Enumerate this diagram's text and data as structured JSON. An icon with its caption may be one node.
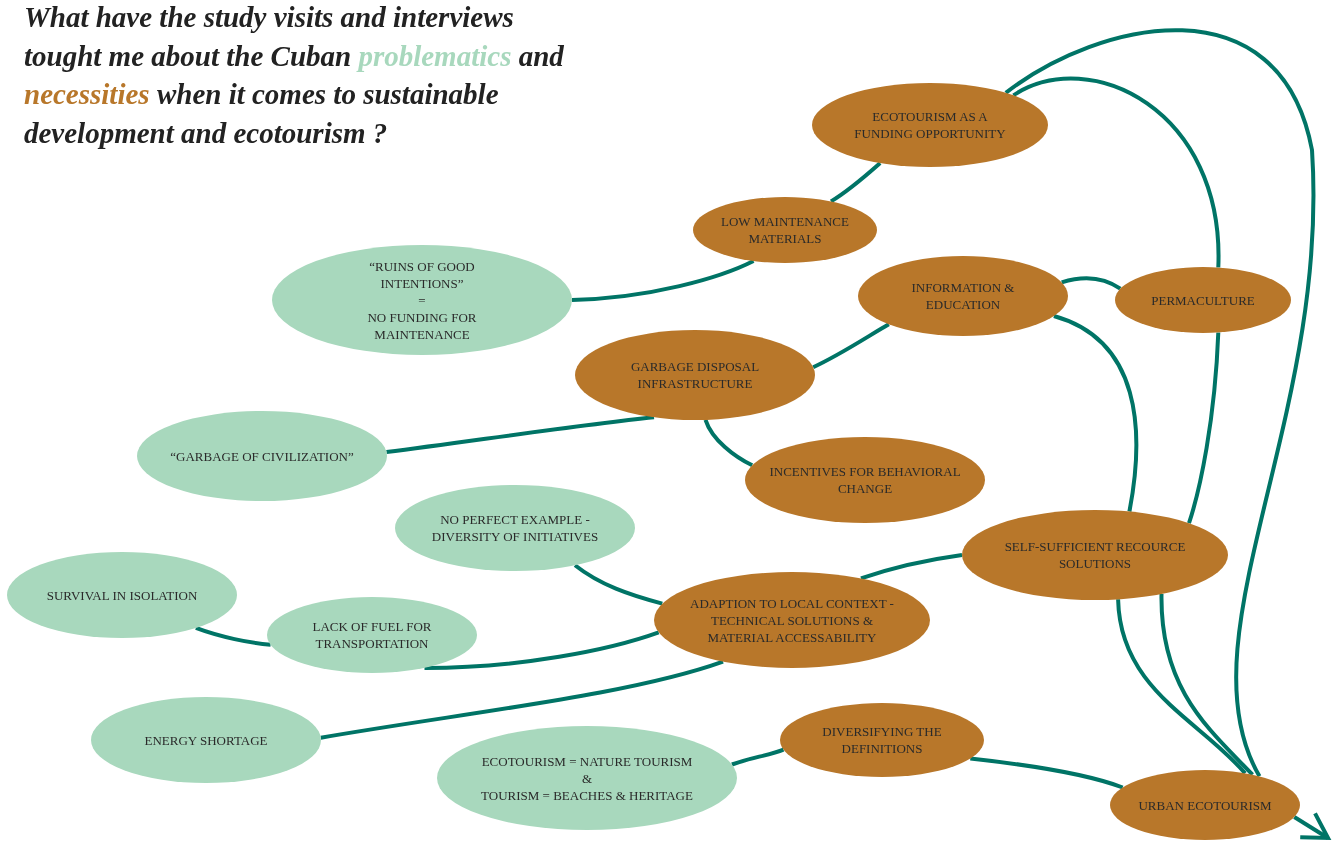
{
  "diagram": {
    "title": "What have the study visits and interviews tought me about the Cuban **problematics** and *necessities* when it comes to sustainable development and ecotourism ?",
    "nodes": [
      {
        "text": [
          "ECOTOURISM AS A FUNDING OPPORTUNITY"
        ]
      },
      {
        "text": [
          "LOW MAINTENANCE MATERIALS"
        ]
      },
      {
        "text": [
          "“RUINS OF GOOD INTENTIONS”",
          "=",
          "NO FUNDING FOR MAINTENANCE"
        ]
      },
      {
        "text": [
          "INFORMATION & EDUCATION"
        ]
      },
      {
        "text": [
          "PERMACULTURE"
        ]
      },
      {
        "text": [
          "GARBAGE DISPOSAL INFRASTRUCTURE"
        ]
      },
      {
        "text": [
          "“GARBAGE OF CIVILIZATION”"
        ]
      },
      {
        "text": [
          "INCENTIVES FOR BEHAVIORAL CHANGE"
        ]
      },
      {
        "text": [
          "NO PERFECT EXAMPLE - DIVERSITY OF INITIATIVES"
        ]
      },
      {
        "text": [
          "SELF-SUFFICIENT RECOURCE SOLUTIONS"
        ]
      },
      {
        "text": [
          "SURVIVAL IN ISOLATION"
        ]
      },
      {
        "text": [
          "ADAPTION TO LOCAL CONTEXT - TECHNICAL SOLUTIONS & MATERIAL ACCESSABILITY"
        ]
      },
      {
        "text": [
          "LACK OF FUEL FOR TRANSPORTATION"
        ]
      },
      {
        "text": [
          "ENERGY SHORTAGE"
        ]
      },
      {
        "text": [
          "DIVERSIFYING THE DEFINITIONS"
        ]
      },
      {
        "text": [
          "ECOTOURISM = NATURE TOURISM",
          "&",
          "TOURISM = BEACHES & HERITAGE"
        ]
      },
      {
        "text": [
          "URBAN ECOTOURISM"
        ]
      }
    ],
    "edges": [
      {
        "from": 2,
        "to": 1,
        "arrow": "none"
      },
      {
        "from": 1,
        "to": 0,
        "arrow": "none"
      },
      {
        "from": 0,
        "to": 16,
        "arrow": "none"
      },
      {
        "from": 0,
        "to": 4,
        "arrow": "none"
      },
      {
        "from": 3,
        "to": 4,
        "arrow": "none"
      },
      {
        "from": 3,
        "to": 9,
        "arrow": "none"
      },
      {
        "from": 4,
        "to": 9,
        "arrow": "none"
      },
      {
        "from": 5,
        "to": 3,
        "arrow": "none"
      },
      {
        "from": 6,
        "to": 5,
        "arrow": "none"
      },
      {
        "from": 5,
        "to": 7,
        "arrow": "none"
      },
      {
        "from": 8,
        "to": 11,
        "arrow": "none"
      },
      {
        "from": 10,
        "to": 12,
        "arrow": "none"
      },
      {
        "from": 12,
        "to": 11,
        "arrow": "none"
      },
      {
        "from": 13,
        "to": 11,
        "arrow": "none"
      },
      {
        "from": 11,
        "to": 9,
        "arrow": "none"
      },
      {
        "from": 15,
        "to": 14,
        "arrow": "none"
      },
      {
        "from": 14,
        "to": 16,
        "arrow": "none"
      },
      {
        "from": 9,
        "to": 16,
        "arrow": "none"
      },
      {
        "from": 9,
        "to": 16,
        "arrow": "none"
      },
      {
        "from": 16,
        "to": null,
        "arrow": "to"
      }
    ]
  }
}
